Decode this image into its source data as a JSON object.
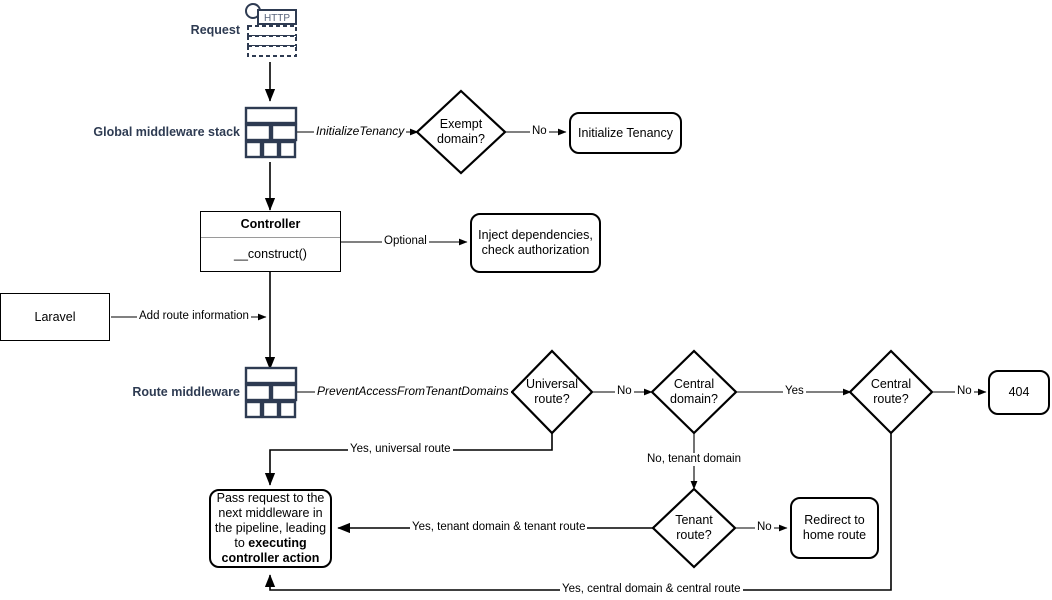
{
  "diagram": {
    "title": "Laravel multi-tenancy request lifecycle flowchart",
    "accent_label_color": "#2e3b52"
  },
  "labels": {
    "request": "Request",
    "global_middleware_stack": "Global middleware stack",
    "route_middleware": "Route middleware",
    "http_icon_text": "HTTP"
  },
  "nodes": {
    "initialize_tenancy": "Initialize Tenancy",
    "controller_title": "Controller",
    "controller_method": "__construct()",
    "inject_dependencies": "Inject dependencies,\ncheck authorization",
    "inject_dependencies_line1": "Inject dependencies,",
    "inject_dependencies_line2": "check authorization",
    "laravel": "Laravel",
    "not_found": "404",
    "redirect_home_line1": "Redirect to",
    "redirect_home_line2": "home route",
    "pass_request_line1": "Pass request to the",
    "pass_request_line2": "next middleware in",
    "pass_request_line3": "the pipeline, leading",
    "pass_request_line4": "to ",
    "pass_request_bold1": "executing",
    "pass_request_bold2": "controller action"
  },
  "decisions": {
    "exempt_domain_line1": "Exempt",
    "exempt_domain_line2": "domain?",
    "universal_route_line1": "Universal",
    "universal_route_line2": "route?",
    "central_domain_line1": "Central",
    "central_domain_line2": "domain?",
    "central_route_line1": "Central",
    "central_route_line2": "route?",
    "tenant_route_line1": "Tenant",
    "tenant_route_line2": "route?"
  },
  "edges": {
    "initialize_tenancy_mw": "InitializeTenancy",
    "exempt_no": "No",
    "optional": "Optional",
    "add_route_information": "Add route information",
    "prevent_access": "PreventAccessFromTenantDomains",
    "universal_no": "No",
    "central_domain_yes": "Yes",
    "central_route_no": "No",
    "no_tenant_domain": "No, tenant domain",
    "tenant_route_no": "No",
    "yes_universal_route": "Yes, universal route",
    "yes_tenant_domain_tenant_route": "Yes, tenant domain & tenant route",
    "yes_central_domain_central_route": "Yes, central domain & central route"
  }
}
